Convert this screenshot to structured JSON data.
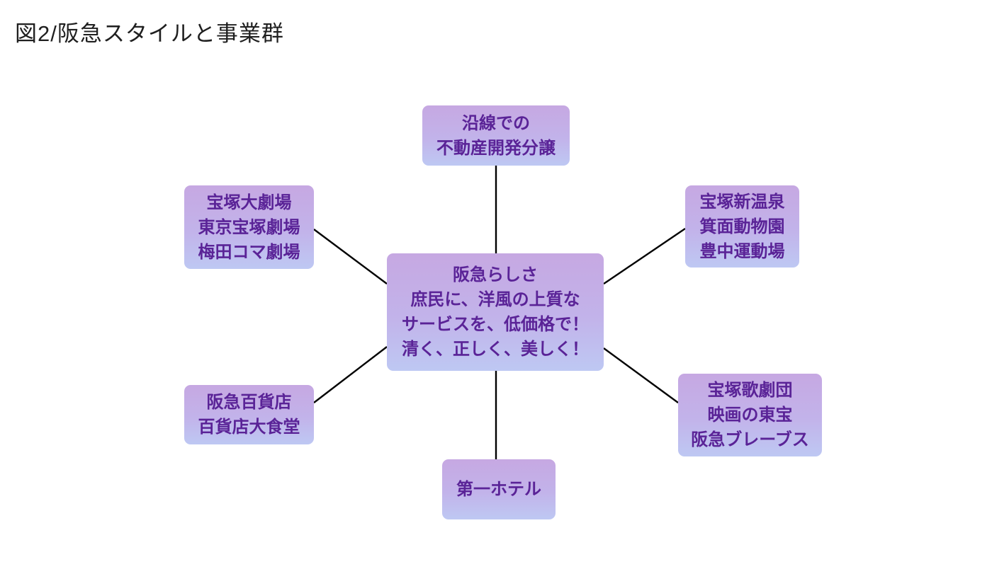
{
  "title": "図2/阪急スタイルと事業群",
  "colors": {
    "box_gradient_top": "#c6a8e2",
    "box_gradient_bottom": "#bec8f3",
    "node_text": "#5a2397",
    "connector_line": "#000000",
    "title_text": "#1f1f1f",
    "background": "#ffffff"
  },
  "diagram": {
    "center": {
      "lines": [
        "阪急らしさ",
        "庶民に、洋風の上質な",
        "サービスを、低価格で！",
        "清く、正しく、美しく！"
      ]
    },
    "top": {
      "lines": [
        "沿線での",
        "不動産開発分譲"
      ]
    },
    "top_left": {
      "lines": [
        "宝塚大劇場",
        "東京宝塚劇場",
        "梅田コマ劇場"
      ]
    },
    "top_right": {
      "lines": [
        "宝塚新温泉",
        "箕面動物園",
        "豊中運動場"
      ]
    },
    "bottom_left": {
      "lines": [
        "阪急百貨店",
        "百貨店大食堂"
      ]
    },
    "bottom_right": {
      "lines": [
        "宝塚歌劇団",
        "映画の東宝",
        "阪急ブレーブス"
      ]
    },
    "bottom": {
      "lines": [
        "第一ホテル"
      ]
    }
  }
}
